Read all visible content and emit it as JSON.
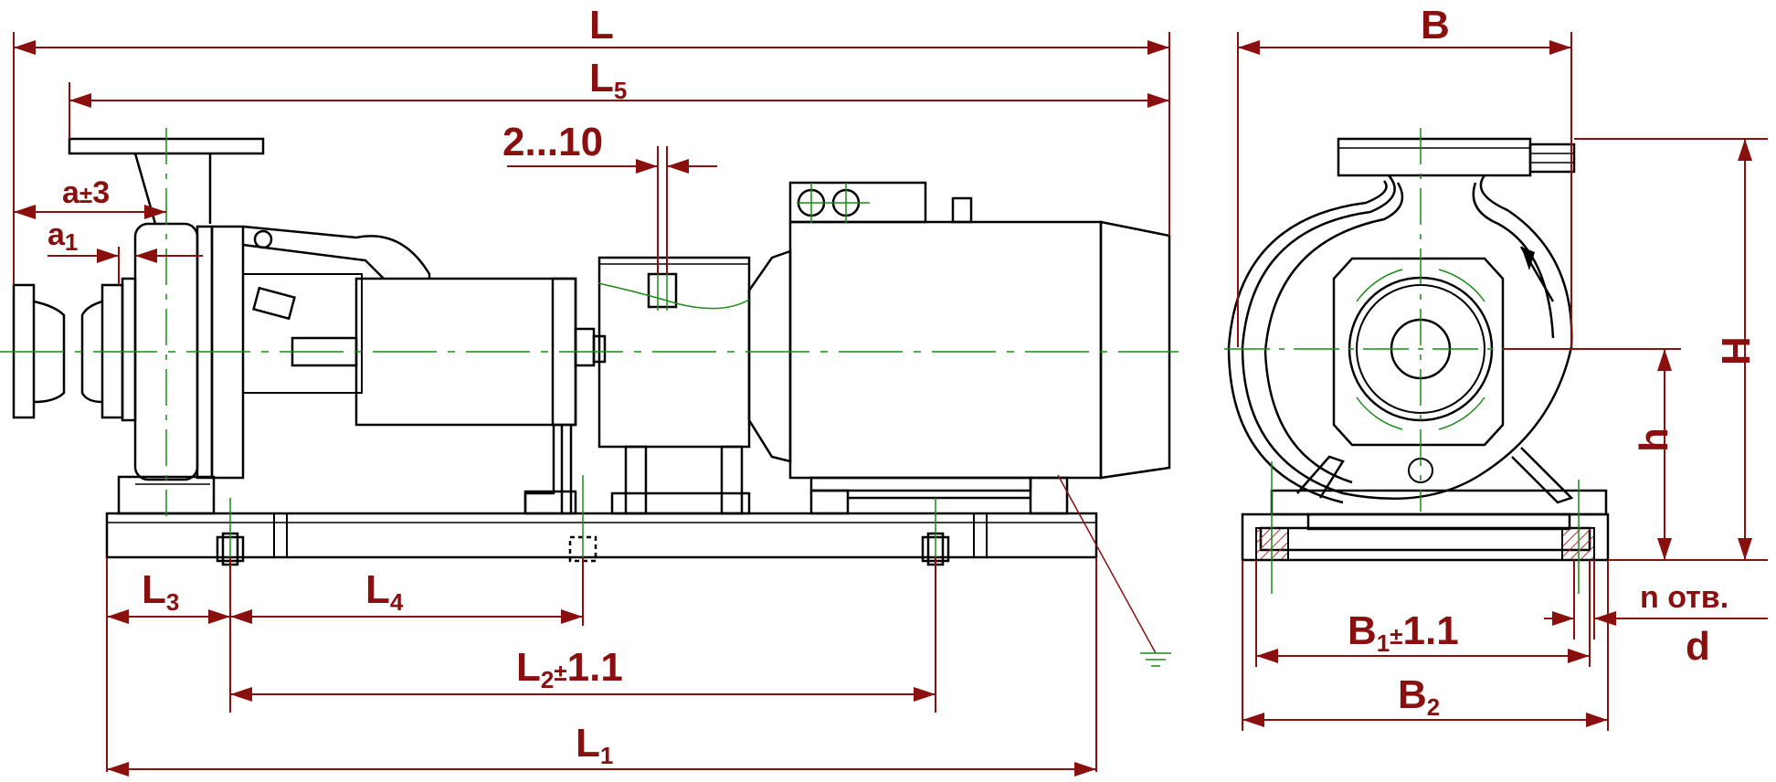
{
  "colors": {
    "outline": "#000000",
    "dimension": "#8a1010",
    "centerline": "#1a8a1a",
    "hatch": "#b03030"
  },
  "labels": {
    "L": "L",
    "L5": {
      "main": "L",
      "sub": "5"
    },
    "gap": "2...10",
    "a3": {
      "main": "a",
      "tol": "±",
      "val": "3"
    },
    "a1": {
      "main": "a",
      "sub": "1"
    },
    "L3": {
      "main": "L",
      "sub": "3"
    },
    "L4": {
      "main": "L",
      "sub": "4"
    },
    "L2": {
      "main": "L",
      "sub": "2",
      "tol": "±",
      "val": "1.1"
    },
    "L1": {
      "main": "L",
      "sub": "1"
    },
    "B": "B",
    "H": "H",
    "h": "h",
    "B1": {
      "main": "B",
      "sub": "1",
      "tol": "±",
      "val": "1.1"
    },
    "B2": {
      "main": "B",
      "sub": "2"
    },
    "holes": "n отв.",
    "d": "d"
  }
}
